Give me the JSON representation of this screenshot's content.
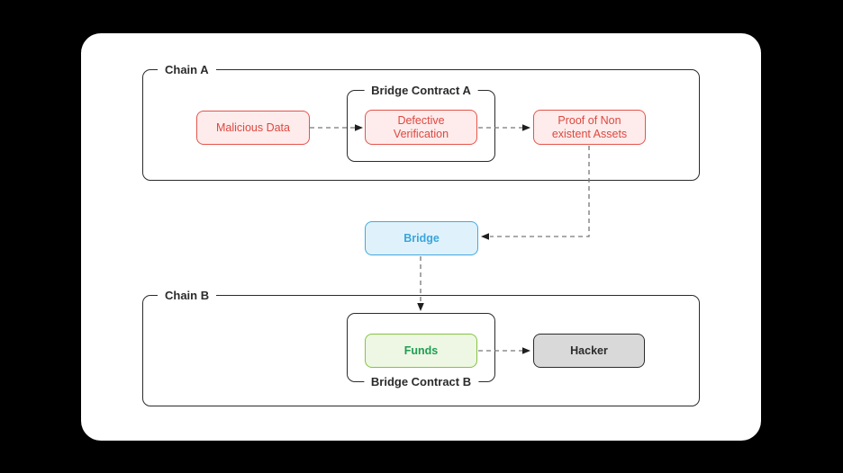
{
  "canvas": {
    "background": "#000000"
  },
  "colors": {
    "card_bg": "#ffffff",
    "outline": "#2b2b2b",
    "connector": "#777777",
    "arrowhead": "#1f1f1f",
    "red_border": "#e5534b",
    "red_fill": "#fdeceb",
    "red_text": "#dd4840",
    "blue_border": "#41a9de",
    "blue_fill": "#dff2fb",
    "blue_text": "#3aa5dc",
    "green_border": "#85c342",
    "green_fill": "#eef7e3",
    "green_text": "#1f9d55",
    "gray_border": "#2b2b2b",
    "gray_fill": "#d9d9d9",
    "gray_text": "#2b2b2b"
  },
  "diagram": {
    "chain_a": {
      "label": "Chain A",
      "nodes": {
        "malicious_data": "Malicious Data",
        "proof_of_nonexistent_assets": "Proof of Non existent Assets"
      },
      "bridge_contract_a": {
        "label": "Bridge Contract A",
        "nodes": {
          "defective_verification": "Defective Verification"
        }
      }
    },
    "bridge": {
      "label": "Bridge"
    },
    "chain_b": {
      "label": "Chain B",
      "bridge_contract_b": {
        "label": "Bridge Contract B",
        "nodes": {
          "funds": "Funds"
        }
      },
      "nodes": {
        "hacker": "Hacker"
      }
    }
  }
}
